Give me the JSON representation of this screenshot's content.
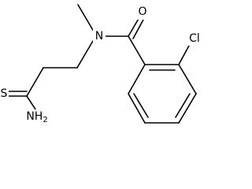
{
  "molecule": {
    "atoms": {
      "oxygen": "O",
      "nitrogen": "N",
      "chlorine": "Cl",
      "sulfur": "S",
      "amine": "NH",
      "amine_subscript": "2"
    },
    "colors": {
      "bond": "#000000",
      "label": "#000000",
      "background": "#ffffff"
    }
  }
}
